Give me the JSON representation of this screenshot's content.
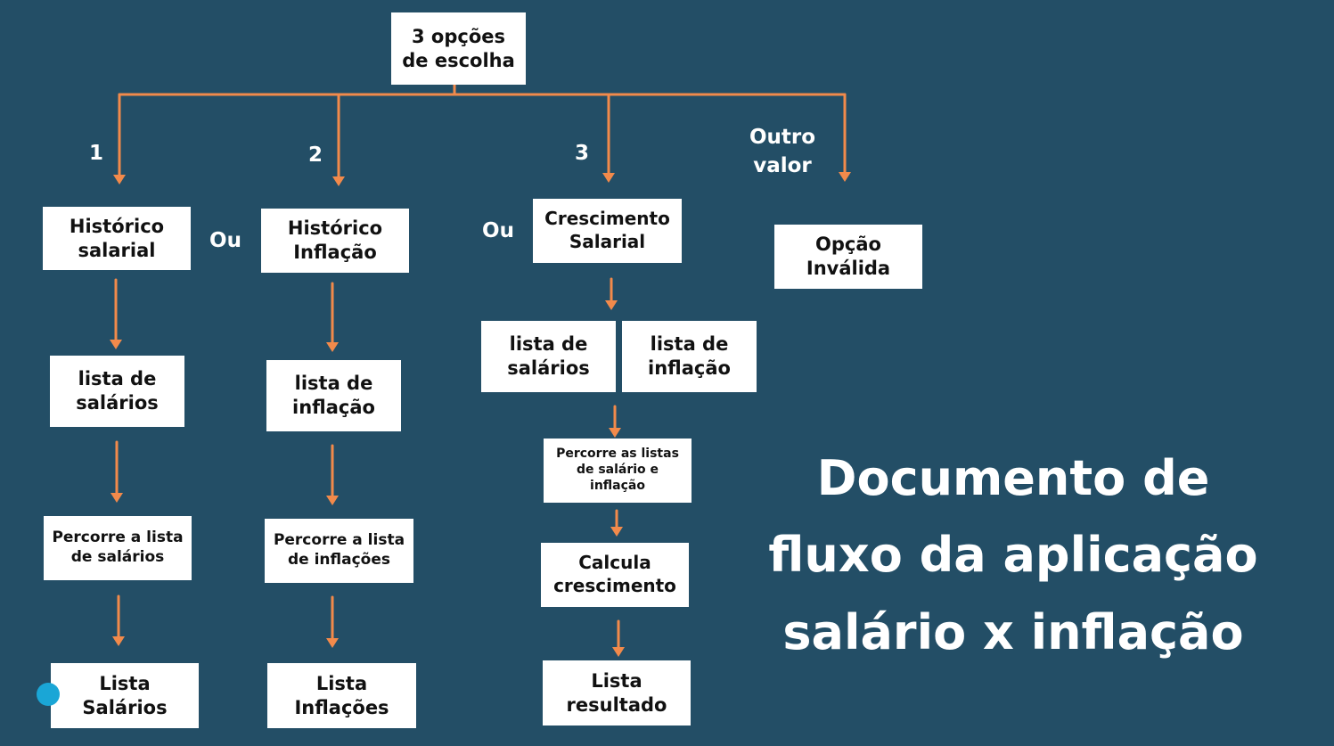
{
  "colors": {
    "background": "#234e66",
    "box": "#ffffff",
    "connector": "#f28a4b",
    "text": "#111111",
    "label": "#ffffff"
  },
  "root": "3 opções\nde escolha",
  "branch_labels": {
    "one": "1",
    "two": "2",
    "three": "3",
    "other": "Outro\nvalor"
  },
  "or_labels": [
    "Ou",
    "Ou"
  ],
  "branch1": {
    "head": "Histórico\nsalarial",
    "list": "lista de\nsalários",
    "process": "Percorre a lista\nde salários",
    "result": "Lista\nSalários"
  },
  "branch2": {
    "head": "Histórico\nInflação",
    "list": "lista de\ninflação",
    "process": "Percorre a lista\nde inflações",
    "result": "Lista\nInflações"
  },
  "branch3": {
    "head": "Crescimento\nSalarial",
    "list_salaries": "lista de\nsalários",
    "list_inflation": "lista de\ninflação",
    "process": "Percorre as listas\nde salário e\ninflação",
    "calc": "Calcula\ncrescimento",
    "result": "Lista\nresultado"
  },
  "invalid": "Opção\nInválida",
  "title": "Documento de\nfluxo da aplicação\nsalário x inflação",
  "icons": [
    "corner-badge-icon"
  ]
}
